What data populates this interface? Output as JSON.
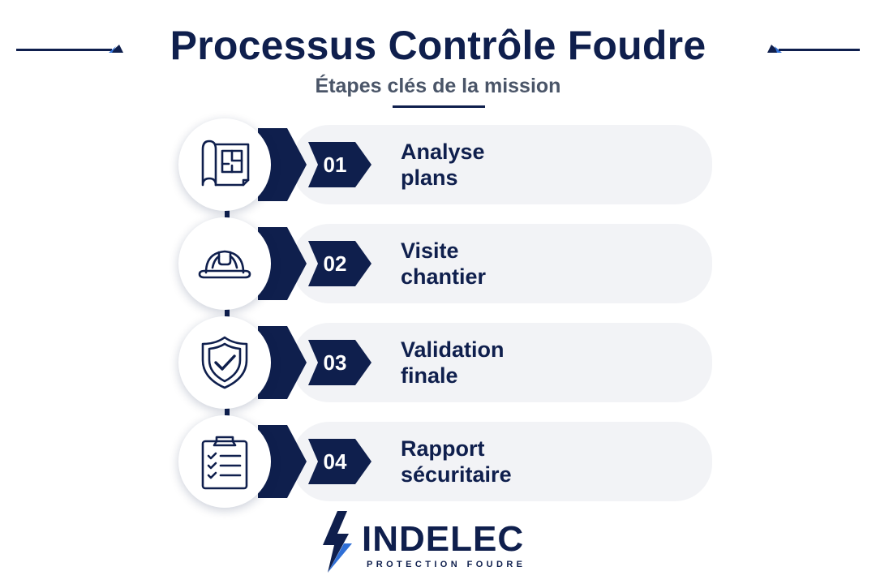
{
  "header": {
    "title": "Processus Contrôle Foudre",
    "subtitle": "Étapes clés de la mission"
  },
  "steps": [
    {
      "number": "01",
      "line1": "Analyse",
      "line2": "plans",
      "icon": "blueprint-icon"
    },
    {
      "number": "02",
      "line1": "Visite",
      "line2": "chantier",
      "icon": "hard-hat-icon"
    },
    {
      "number": "03",
      "line1": "Validation",
      "line2": "finale",
      "icon": "shield-check-icon"
    },
    {
      "number": "04",
      "line1": "Rapport",
      "line2": "sécuritaire",
      "icon": "clipboard-checklist-icon"
    }
  ],
  "brand": {
    "name": "INDELEC",
    "tagline": "PROTECTION FOUDRE",
    "icon": "lightning-bolt-icon"
  },
  "colors": {
    "navy": "#0f1f4d",
    "pill": "#f2f3f6",
    "accent_blue": "#2f6fd6",
    "subtitle": "#4a5568"
  }
}
